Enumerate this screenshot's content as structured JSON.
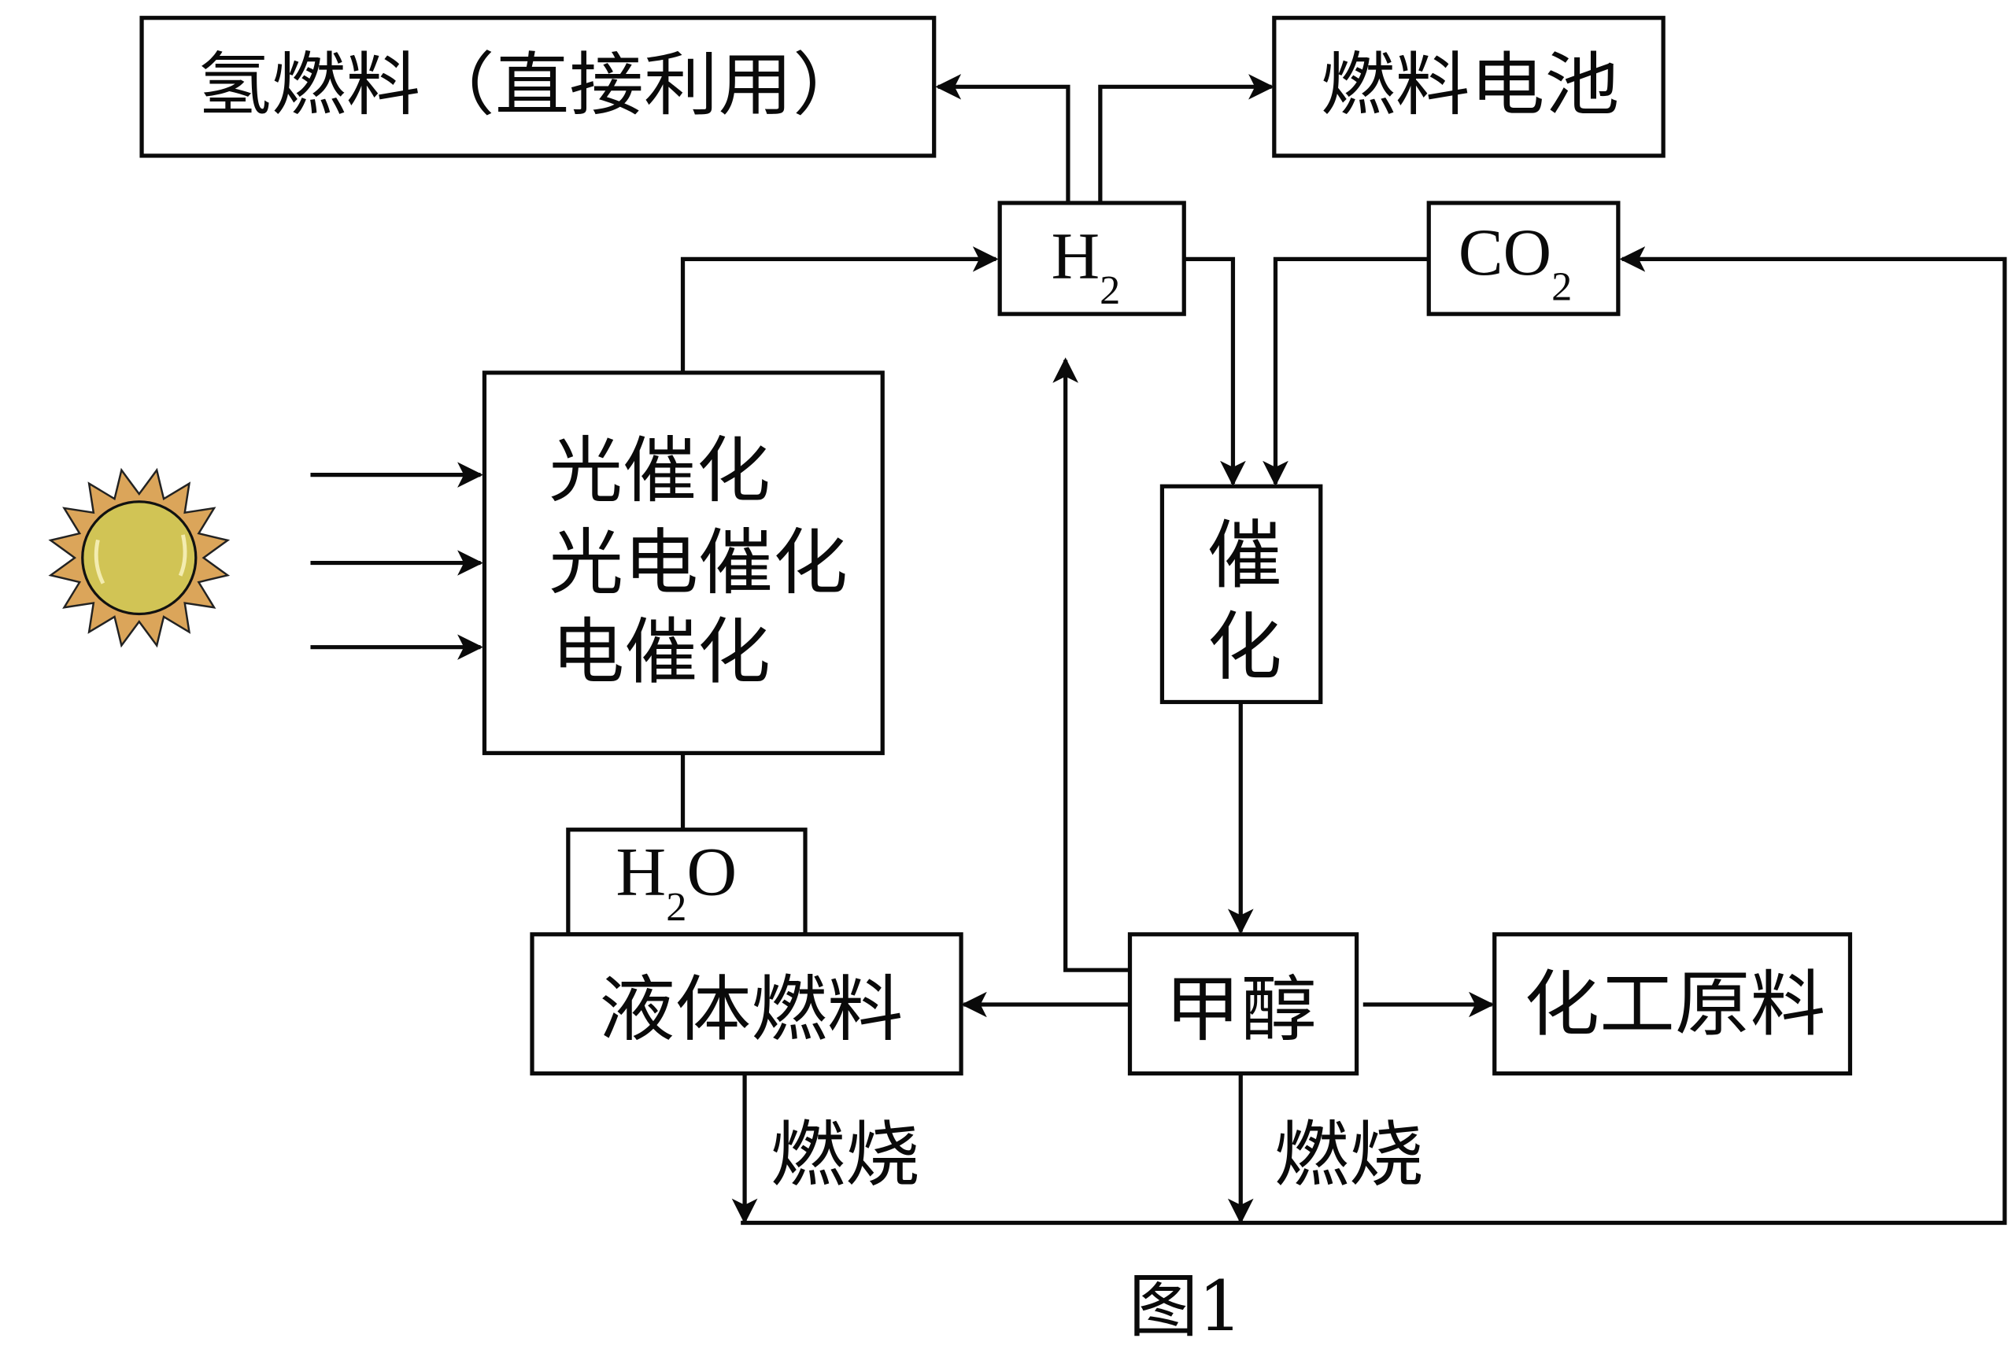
{
  "figure": {
    "caption": "图1",
    "colors": {
      "line": "#0a0a0a",
      "sun_rays": "#dba55a",
      "sun_core": "#d1c455",
      "background": "#ffffff"
    }
  },
  "nodes": {
    "hydrogen_fuel": "氢燃料（直接利用）",
    "fuel_cell": "燃料电池",
    "h2": {
      "main": "H",
      "sub": "2"
    },
    "co2": {
      "main": "CO",
      "sub": "2"
    },
    "catalysis_methods": [
      "光催化",
      "光电催化",
      "电催化"
    ],
    "catalysis": [
      "催",
      "化"
    ],
    "h2o": {
      "h": "H",
      "sub": "2",
      "o": "O"
    },
    "liquid_fuel": "液体燃料",
    "methanol": "甲醇",
    "chemical_feedstock": "化工原料"
  },
  "edges": {
    "combustion_label_1": "燃烧",
    "combustion_label_2": "燃烧"
  },
  "icons": {
    "sun": "sun-icon"
  }
}
